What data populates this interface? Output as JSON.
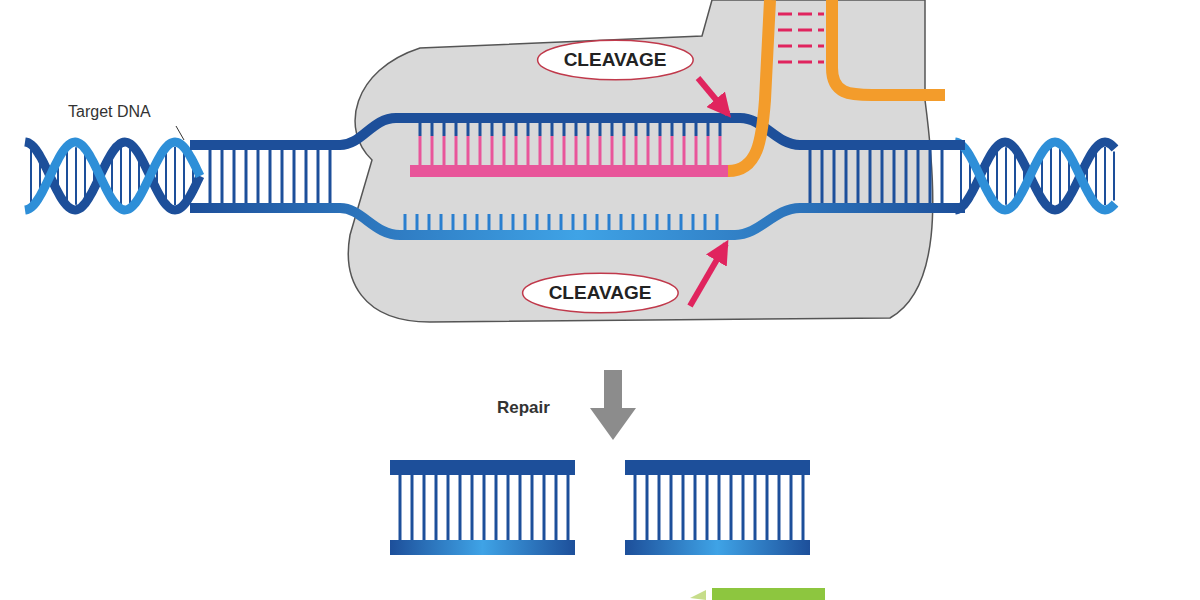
{
  "diagram": {
    "nodes": [
      {
        "text": [
          "CLEAVAGE"
        ]
      },
      {
        "text": [
          "CLEAVAGE"
        ]
      }
    ],
    "labels": [
      "Target DNA",
      "Repair"
    ]
  }
}
